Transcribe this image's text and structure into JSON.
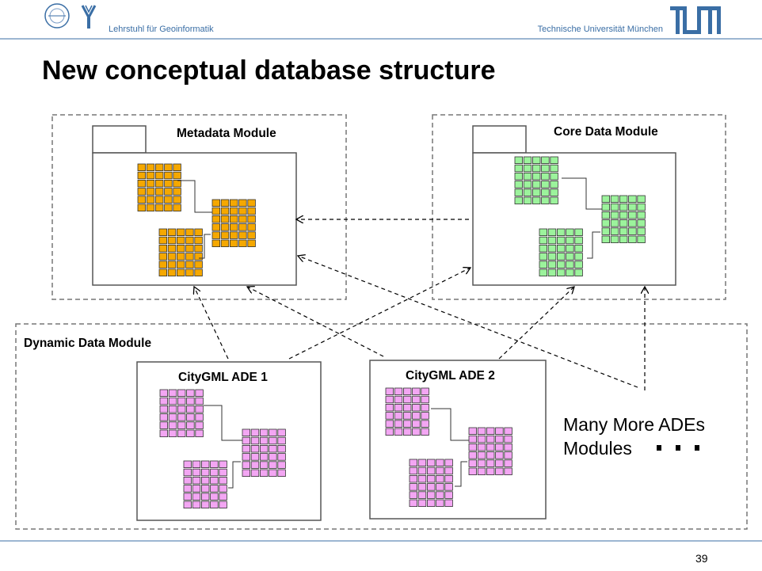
{
  "header": {
    "left_text": "Lehrstuhl für Geoinformatik",
    "right_text": "Technische Universität München"
  },
  "title": "New conceptual database structure",
  "modules": {
    "metadata": "Metadata Module",
    "core": "Core Data Module",
    "dynamic": "Dynamic Data Module",
    "ade1": "CityGML ADE 1",
    "ade2": "CityGML ADE 2"
  },
  "more": {
    "line1": "Many More ADEs",
    "line2": "Modules"
  },
  "page_number": "39",
  "colors": {
    "metadata_cells": "#f5a800",
    "core_cells": "#9cf39c",
    "ade_cells": "#f3a6f3",
    "accent": "#3a6ea5"
  }
}
